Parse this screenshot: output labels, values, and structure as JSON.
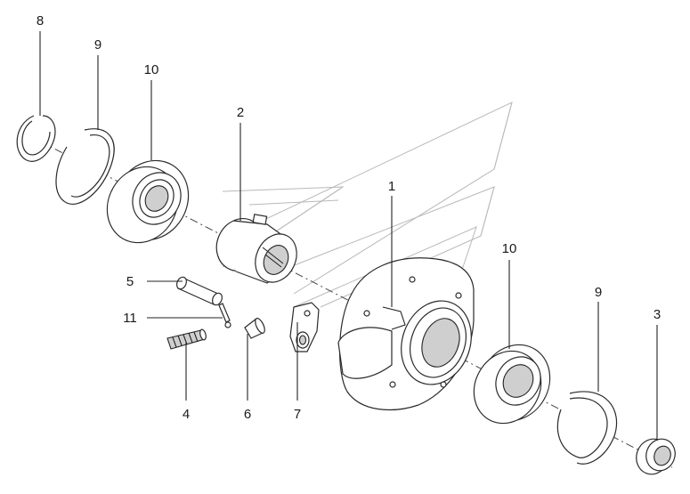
{
  "callouts": [
    {
      "id": "8",
      "label": "8"
    },
    {
      "id": "9a",
      "label": "9"
    },
    {
      "id": "10a",
      "label": "10"
    },
    {
      "id": "2",
      "label": "2"
    },
    {
      "id": "1",
      "label": "1"
    },
    {
      "id": "5",
      "label": "5"
    },
    {
      "id": "11",
      "label": "11"
    },
    {
      "id": "4",
      "label": "4"
    },
    {
      "id": "6",
      "label": "6"
    },
    {
      "id": "7",
      "label": "7"
    },
    {
      "id": "10b",
      "label": "10"
    },
    {
      "id": "9b",
      "label": "9"
    },
    {
      "id": "3",
      "label": "3"
    }
  ]
}
